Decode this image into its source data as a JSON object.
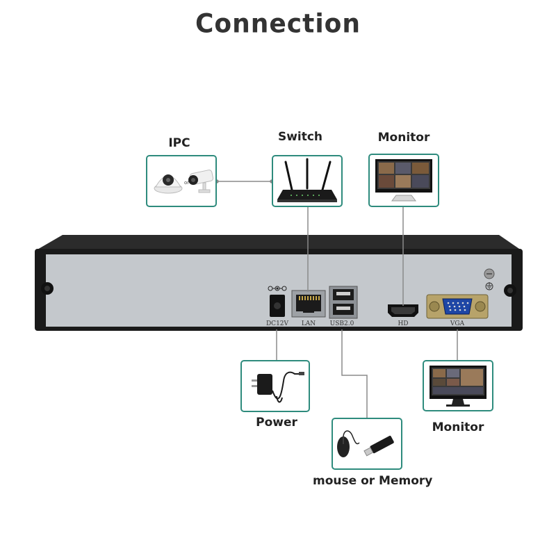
{
  "title": "Connection",
  "labels": {
    "ipc": "IPC",
    "switch": "Switch",
    "monitor_top": "Monitor",
    "power": "Power",
    "mouse_memory": "mouse or Memory",
    "monitor_bottom": "Monitor"
  },
  "ipc_or": "or",
  "ports": {
    "dc": "DC12V",
    "lan": "LAN",
    "usb": "USB2.0",
    "hd": "HD",
    "vga": "VGA"
  },
  "colors": {
    "box_border": "#2e8b7d",
    "nvr_body": "#1a1a1a",
    "nvr_panel": "#c4c8cc",
    "connector_line": "#8a8a8a"
  }
}
